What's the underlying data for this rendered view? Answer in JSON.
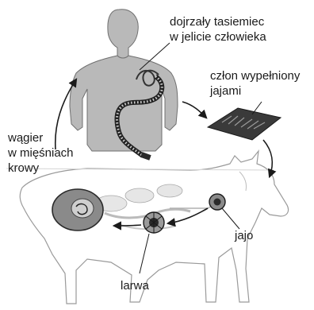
{
  "labels": {
    "tapeworm": [
      "dojrzały tasiemiec",
      "w jelicie człowieka"
    ],
    "segment": [
      "człon wypełniony",
      "jajami"
    ],
    "cyst": [
      "wągier",
      "w mięśniach",
      "krowy"
    ],
    "egg": "jajo",
    "larva": "larwa"
  },
  "colors": {
    "human_fill": "#b9b9b9",
    "human_stroke": "#6f6f6f",
    "cow_outline": "#9a9a9a",
    "organ_fill": "#e6e6e6",
    "dark": "#2b2b2b",
    "arrow": "#1a1a1a"
  }
}
